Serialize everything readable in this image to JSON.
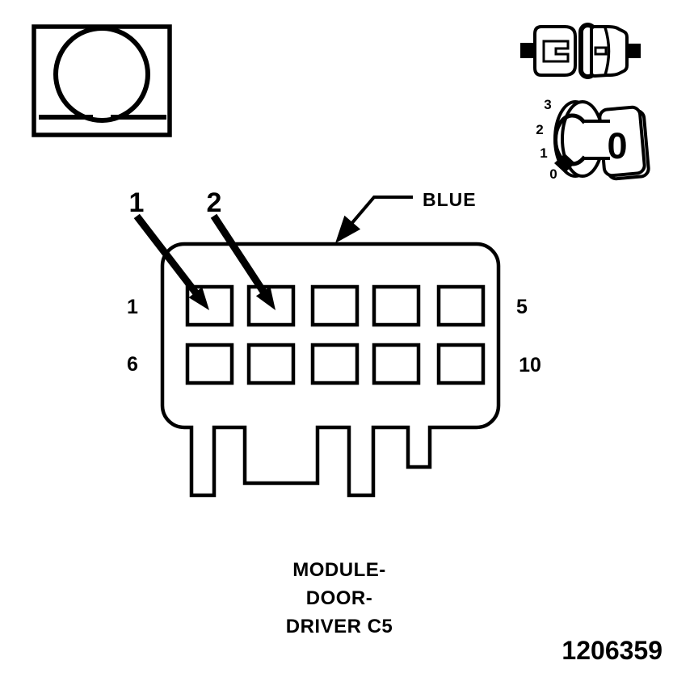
{
  "figure": {
    "caption_lines": [
      "MODULE-",
      "DOOR-",
      "DRIVER C5"
    ],
    "number": "1206359"
  },
  "connector": {
    "color_label": "BLUE",
    "callouts": [
      "1",
      "2"
    ],
    "row_labels": {
      "top_left": "1",
      "top_right": "5",
      "bottom_left": "6",
      "bottom_right": "10"
    },
    "grid": {
      "rows": 2,
      "cols": 5
    }
  },
  "icons": {
    "resistance_icon": "omega-ohmmeter-icon",
    "connector_pair_icon": "disconnected-connector-pair-icon",
    "dial_icon": {
      "name": "ohmmeter-dial-icon",
      "scale_labels": [
        "3",
        "2",
        "1",
        "0"
      ],
      "selected_value": "0"
    }
  },
  "colors": {
    "line": "#000000",
    "background": "#ffffff"
  }
}
